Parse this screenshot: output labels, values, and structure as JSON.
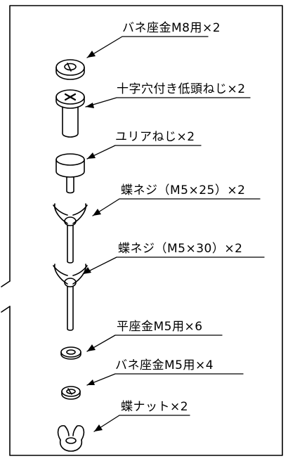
{
  "parts": [
    {
      "id": "spring-washer-m8",
      "label": "バネ座金M8用×2",
      "icon": "spring-washer-icon"
    },
    {
      "id": "phillips-low-head-screw",
      "label": "十字穴付き低頭ねじ×2",
      "icon": "phillips-screw-icon"
    },
    {
      "id": "urea-screw",
      "label": "ユリアねじ×2",
      "icon": "urea-screw-icon"
    },
    {
      "id": "wing-screw-25",
      "label": "蝶ネジ（M5×25）×2",
      "icon": "wing-screw-icon"
    },
    {
      "id": "wing-screw-30",
      "label": "蝶ネジ（M5×30）×2",
      "icon": "wing-screw-icon"
    },
    {
      "id": "flat-washer-m5",
      "label": "平座金M5用×6",
      "icon": "flat-washer-icon"
    },
    {
      "id": "spring-washer-m5",
      "label": "バネ座金M5用×4",
      "icon": "spring-washer-icon"
    },
    {
      "id": "wing-nut",
      "label": "蝶ナット×2",
      "icon": "wing-nut-icon"
    }
  ]
}
